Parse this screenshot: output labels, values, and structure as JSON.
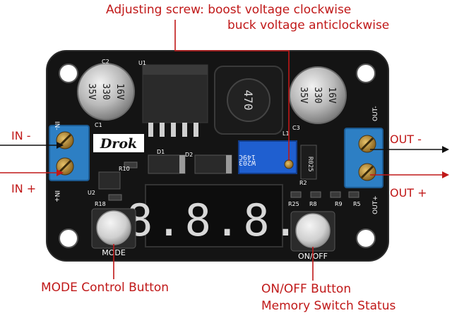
{
  "annotations": {
    "adjust_line1": "Adjusting screw: boost voltage clockwise",
    "adjust_line2": "buck voltage anticlockwise",
    "in_minus": "IN -",
    "in_plus": "IN +",
    "out_minus": "OUT -",
    "out_plus": "OUT +",
    "mode_button": "MODE Control Button",
    "onoff_line1": "ON/OFF Button",
    "onoff_line2": "Memory Switch Status"
  },
  "board": {
    "brand": "Drok",
    "silk_in_minus": "IN-",
    "silk_in_plus": "IN+",
    "silk_out_minus": "OUT-",
    "silk_out_plus": "OUT+",
    "silk_mode": "MODE",
    "silk_onoff": "ON/OFF",
    "cap_left_lines": [
      "16V",
      "330",
      "35V"
    ],
    "cap_right_lines": [
      "16V",
      "330",
      "35V"
    ],
    "inductor_mark": "470",
    "pot_mark_1": "149C",
    "pot_mark_2": "W203",
    "resistor_mark": "R025",
    "display": "8.8.8.",
    "labels": {
      "c1": "C1",
      "c2": "C2",
      "c3": "C3",
      "u1": "U1",
      "u2": "U2",
      "l1": "L1",
      "d1": "D1",
      "d2": "D2",
      "r10": "R10",
      "r18": "R18",
      "r2": "R2",
      "r25": "R25",
      "r8": "R8",
      "r9": "R9",
      "r5": "R5"
    }
  },
  "colors": {
    "annotation": "#c01818",
    "pcb": "#141414",
    "terminal": "#2d7fc4",
    "pot": "#1f5fd0",
    "display_segment": "#d8d8d8"
  }
}
